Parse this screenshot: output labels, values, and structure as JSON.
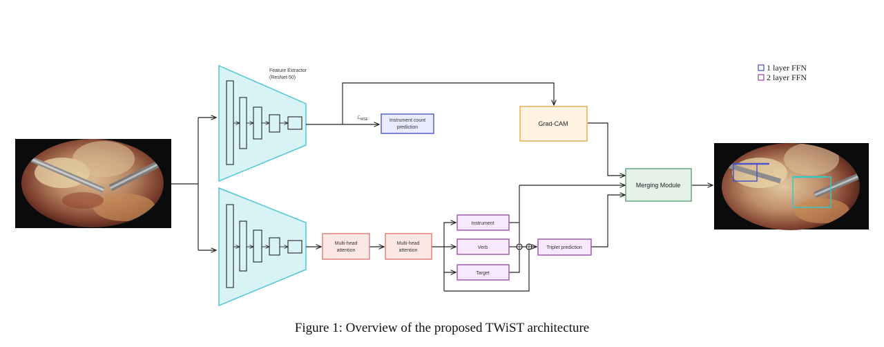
{
  "legend": {
    "items": [
      {
        "label": "1 layer FFN",
        "color": "#4a56c8"
      },
      {
        "label": "2 layer FFN",
        "color": "#9c4fa8"
      }
    ]
  },
  "feature_extractor": {
    "title": "Feature Extractor",
    "subtitle": "(ResNet-50)"
  },
  "loss_label": "ℒ",
  "loss_subscript": "MSE",
  "nodes": {
    "instrument_count": {
      "line1": "Instrument count",
      "line2": "prediction"
    },
    "gradcam": "Grad-CAM",
    "merging": "Merging Module",
    "mha1": {
      "line1": "Multi-head",
      "line2": "attention"
    },
    "mha2": {
      "line1": "Multi-head",
      "line2": "attention"
    },
    "instrument": "Instrument",
    "verb": "Verb",
    "target": "Target",
    "triplet": "Triplet prediction"
  },
  "colors": {
    "extractor_fill": "#d8f3f6",
    "extractor_stroke": "#4fc6d6",
    "ffn1_fill": "#e9ebff",
    "ffn1_stroke": "#4a56c8",
    "ffn2_fill": "#f6e9fb",
    "ffn2_stroke": "#9c4fa8",
    "gradcam_fill": "#fff3e2",
    "gradcam_stroke": "#e5a84e",
    "merge_fill": "#e4f2ea",
    "merge_stroke": "#5e9c78",
    "mha_fill": "#fde8e6",
    "mha_stroke": "#e07b73"
  },
  "caption": "Figure 1: Overview of the proposed TWiST architecture"
}
